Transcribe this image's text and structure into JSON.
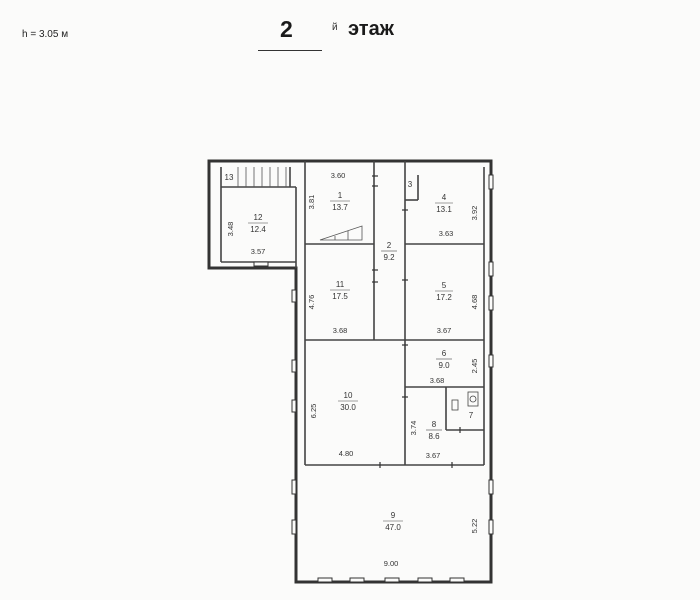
{
  "header": {
    "height_note": "h = 3.05 м",
    "floor_number": "2",
    "floor_suffix": "й",
    "floor_word": "этаж"
  },
  "rooms": [
    {
      "id": "1",
      "area": "13.7"
    },
    {
      "id": "2",
      "area": "9.2"
    },
    {
      "id": "3",
      "area": ""
    },
    {
      "id": "4",
      "area": "13.1"
    },
    {
      "id": "5",
      "area": "17.2"
    },
    {
      "id": "6",
      "area": "9.0"
    },
    {
      "id": "7",
      "area": ""
    },
    {
      "id": "8",
      "area": "8.6"
    },
    {
      "id": "9",
      "area": "47.0"
    },
    {
      "id": "10",
      "area": "30.0"
    },
    {
      "id": "11",
      "area": "17.5"
    },
    {
      "id": "12",
      "area": "12.4"
    },
    {
      "id": "13",
      "area": ""
    }
  ],
  "dimensions": {
    "d1_width": "3.60",
    "d1_depth": "3.81",
    "d4_depth": "3.92",
    "d4_width": "3.63",
    "d12_depth": "3.48",
    "d12_width": "3.57",
    "d11_depth": "4.76",
    "d11_width": "3.68",
    "d5_depth": "4.68",
    "d5_width": "3.67",
    "d6_depth": "2.45",
    "d6_width": "3.68",
    "d10_depth": "6.25",
    "d10_width": "4.80",
    "d8_depth": "3.74",
    "d8_width": "3.67",
    "d9_depth": "5.22",
    "d9_width": "9.00"
  }
}
